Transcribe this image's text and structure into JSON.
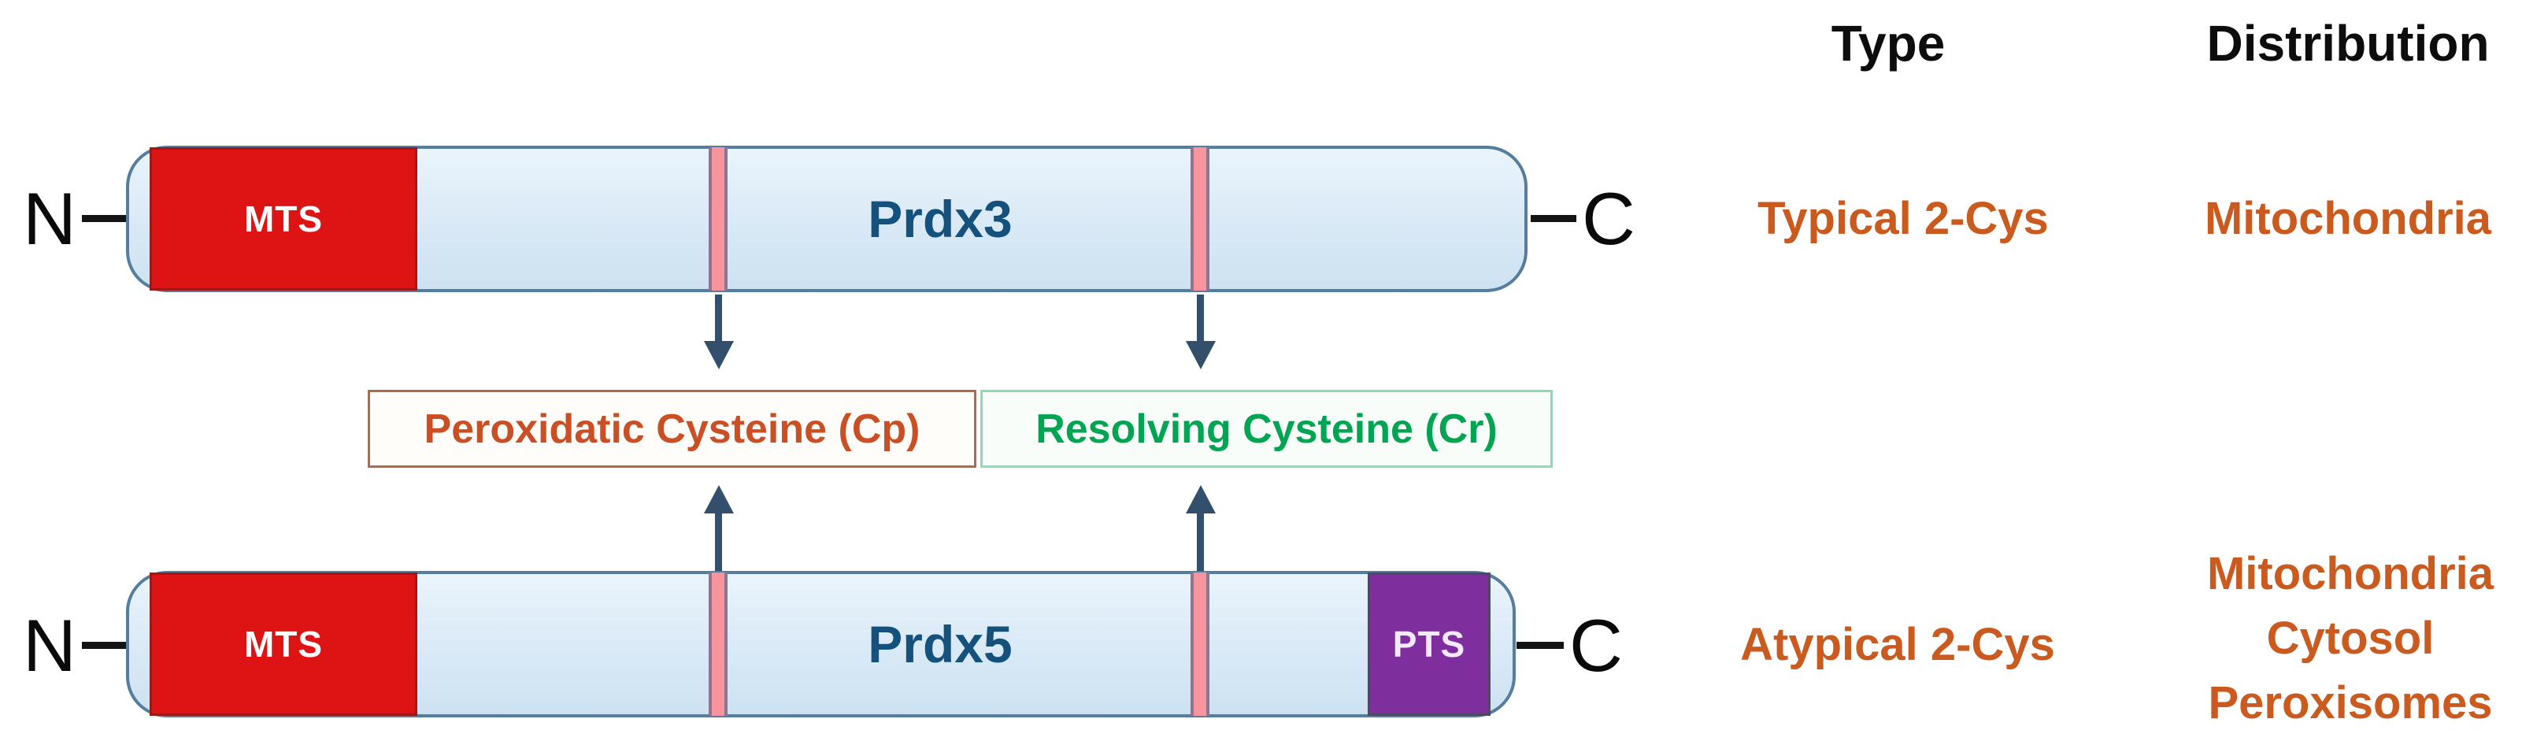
{
  "figure": {
    "description": "Domain architecture of peroxiredoxins Prdx3 and Prdx5 with cysteine positions, type and subcellular distribution",
    "background": "#ffffff"
  },
  "columns": {
    "type_header": "Type",
    "distribution_header": "Distribution"
  },
  "annotations": {
    "peroxidatic": {
      "label": "Peroxidatic Cysteine (Cp)",
      "text_color": "#cb4f24",
      "border_color": "#b06a45"
    },
    "resolving": {
      "label": "Resolving Cysteine (Cr)",
      "text_color": "#00a551",
      "border_color": "#8bdcb5"
    }
  },
  "proteins": [
    {
      "name": "Prdx3",
      "n_terminus": "N",
      "c_terminus": "C",
      "type": "Typical 2-Cys",
      "distribution": [
        "Mitochondria"
      ],
      "domains": [
        {
          "label": "MTS",
          "color": "#de1414"
        }
      ]
    },
    {
      "name": "Prdx5",
      "n_terminus": "N",
      "c_terminus": "C",
      "type": "Atypical 2-Cys",
      "distribution": [
        "Mitochondria",
        "Cytosol",
        "Peroxisomes"
      ],
      "domains": [
        {
          "label": "MTS",
          "color": "#de1414"
        },
        {
          "label": "PTS",
          "color": "#7e2f9d"
        }
      ]
    }
  ],
  "palette": {
    "bar_fill": "#d9e9f6",
    "bar_border": "#557d9e",
    "cysteine_stripe_fill": "#f7959e",
    "cysteine_stripe_border": "#8f7492",
    "arrow": "#32506b",
    "protein_name_text": "#14527d",
    "orange_text": "#cb5a1f",
    "header_text": "#0d0d0d",
    "mts_red": "#de1414",
    "pts_purple": "#7e2f9d",
    "terminus_text": "#0a0a0a"
  }
}
